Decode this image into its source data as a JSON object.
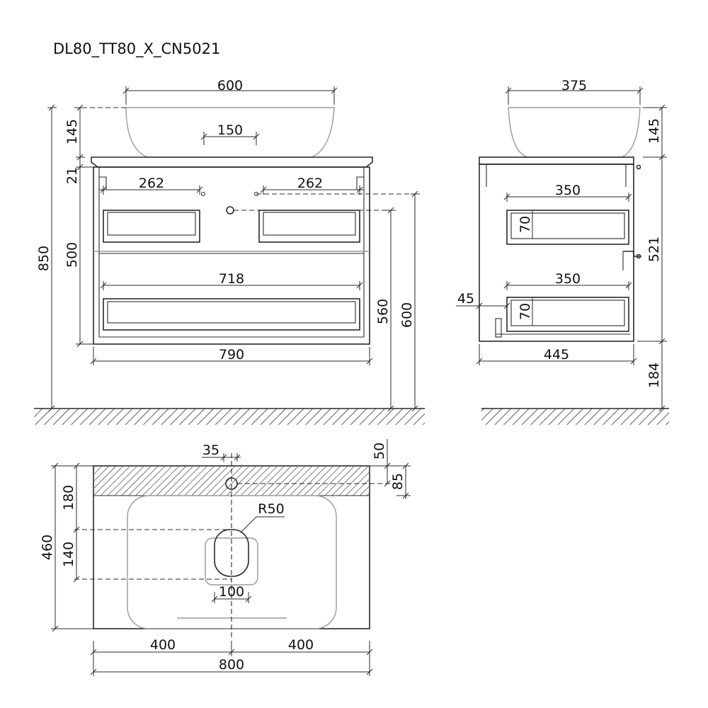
{
  "title": "DL80_TT80_X_CN5021",
  "front_view": {
    "dims": {
      "basin_width": "600",
      "drain_offset": "150",
      "basin_height": "145",
      "top_thickness": "21",
      "drawer_inner_left": "262",
      "drawer_inner_right": "262",
      "cabinet_height": "500",
      "inner_width": "718",
      "cabinet_width": "790",
      "total_height": "850",
      "drain_height": "560",
      "pipe_height": "600"
    }
  },
  "side_view": {
    "dims": {
      "basin_depth": "375",
      "basin_height": "145",
      "drawer_depth_top": "350",
      "drawer_height_top": "70",
      "drawer_depth_bottom": "350",
      "drawer_height_bottom": "70",
      "wall_gap": "45",
      "cabinet_depth": "445",
      "cabinet_height": "521",
      "floor_clearance": "184"
    }
  },
  "top_view": {
    "dims": {
      "tap_hole_offset": "35",
      "tap_hole_from_edge": "50",
      "tap_hole_center": "85",
      "back_zone": "180",
      "top_depth": "460",
      "drain_from_back": "140",
      "radius": "R50",
      "drain_width": "100",
      "half_left": "400",
      "half_right": "400",
      "total_width": "800"
    }
  }
}
